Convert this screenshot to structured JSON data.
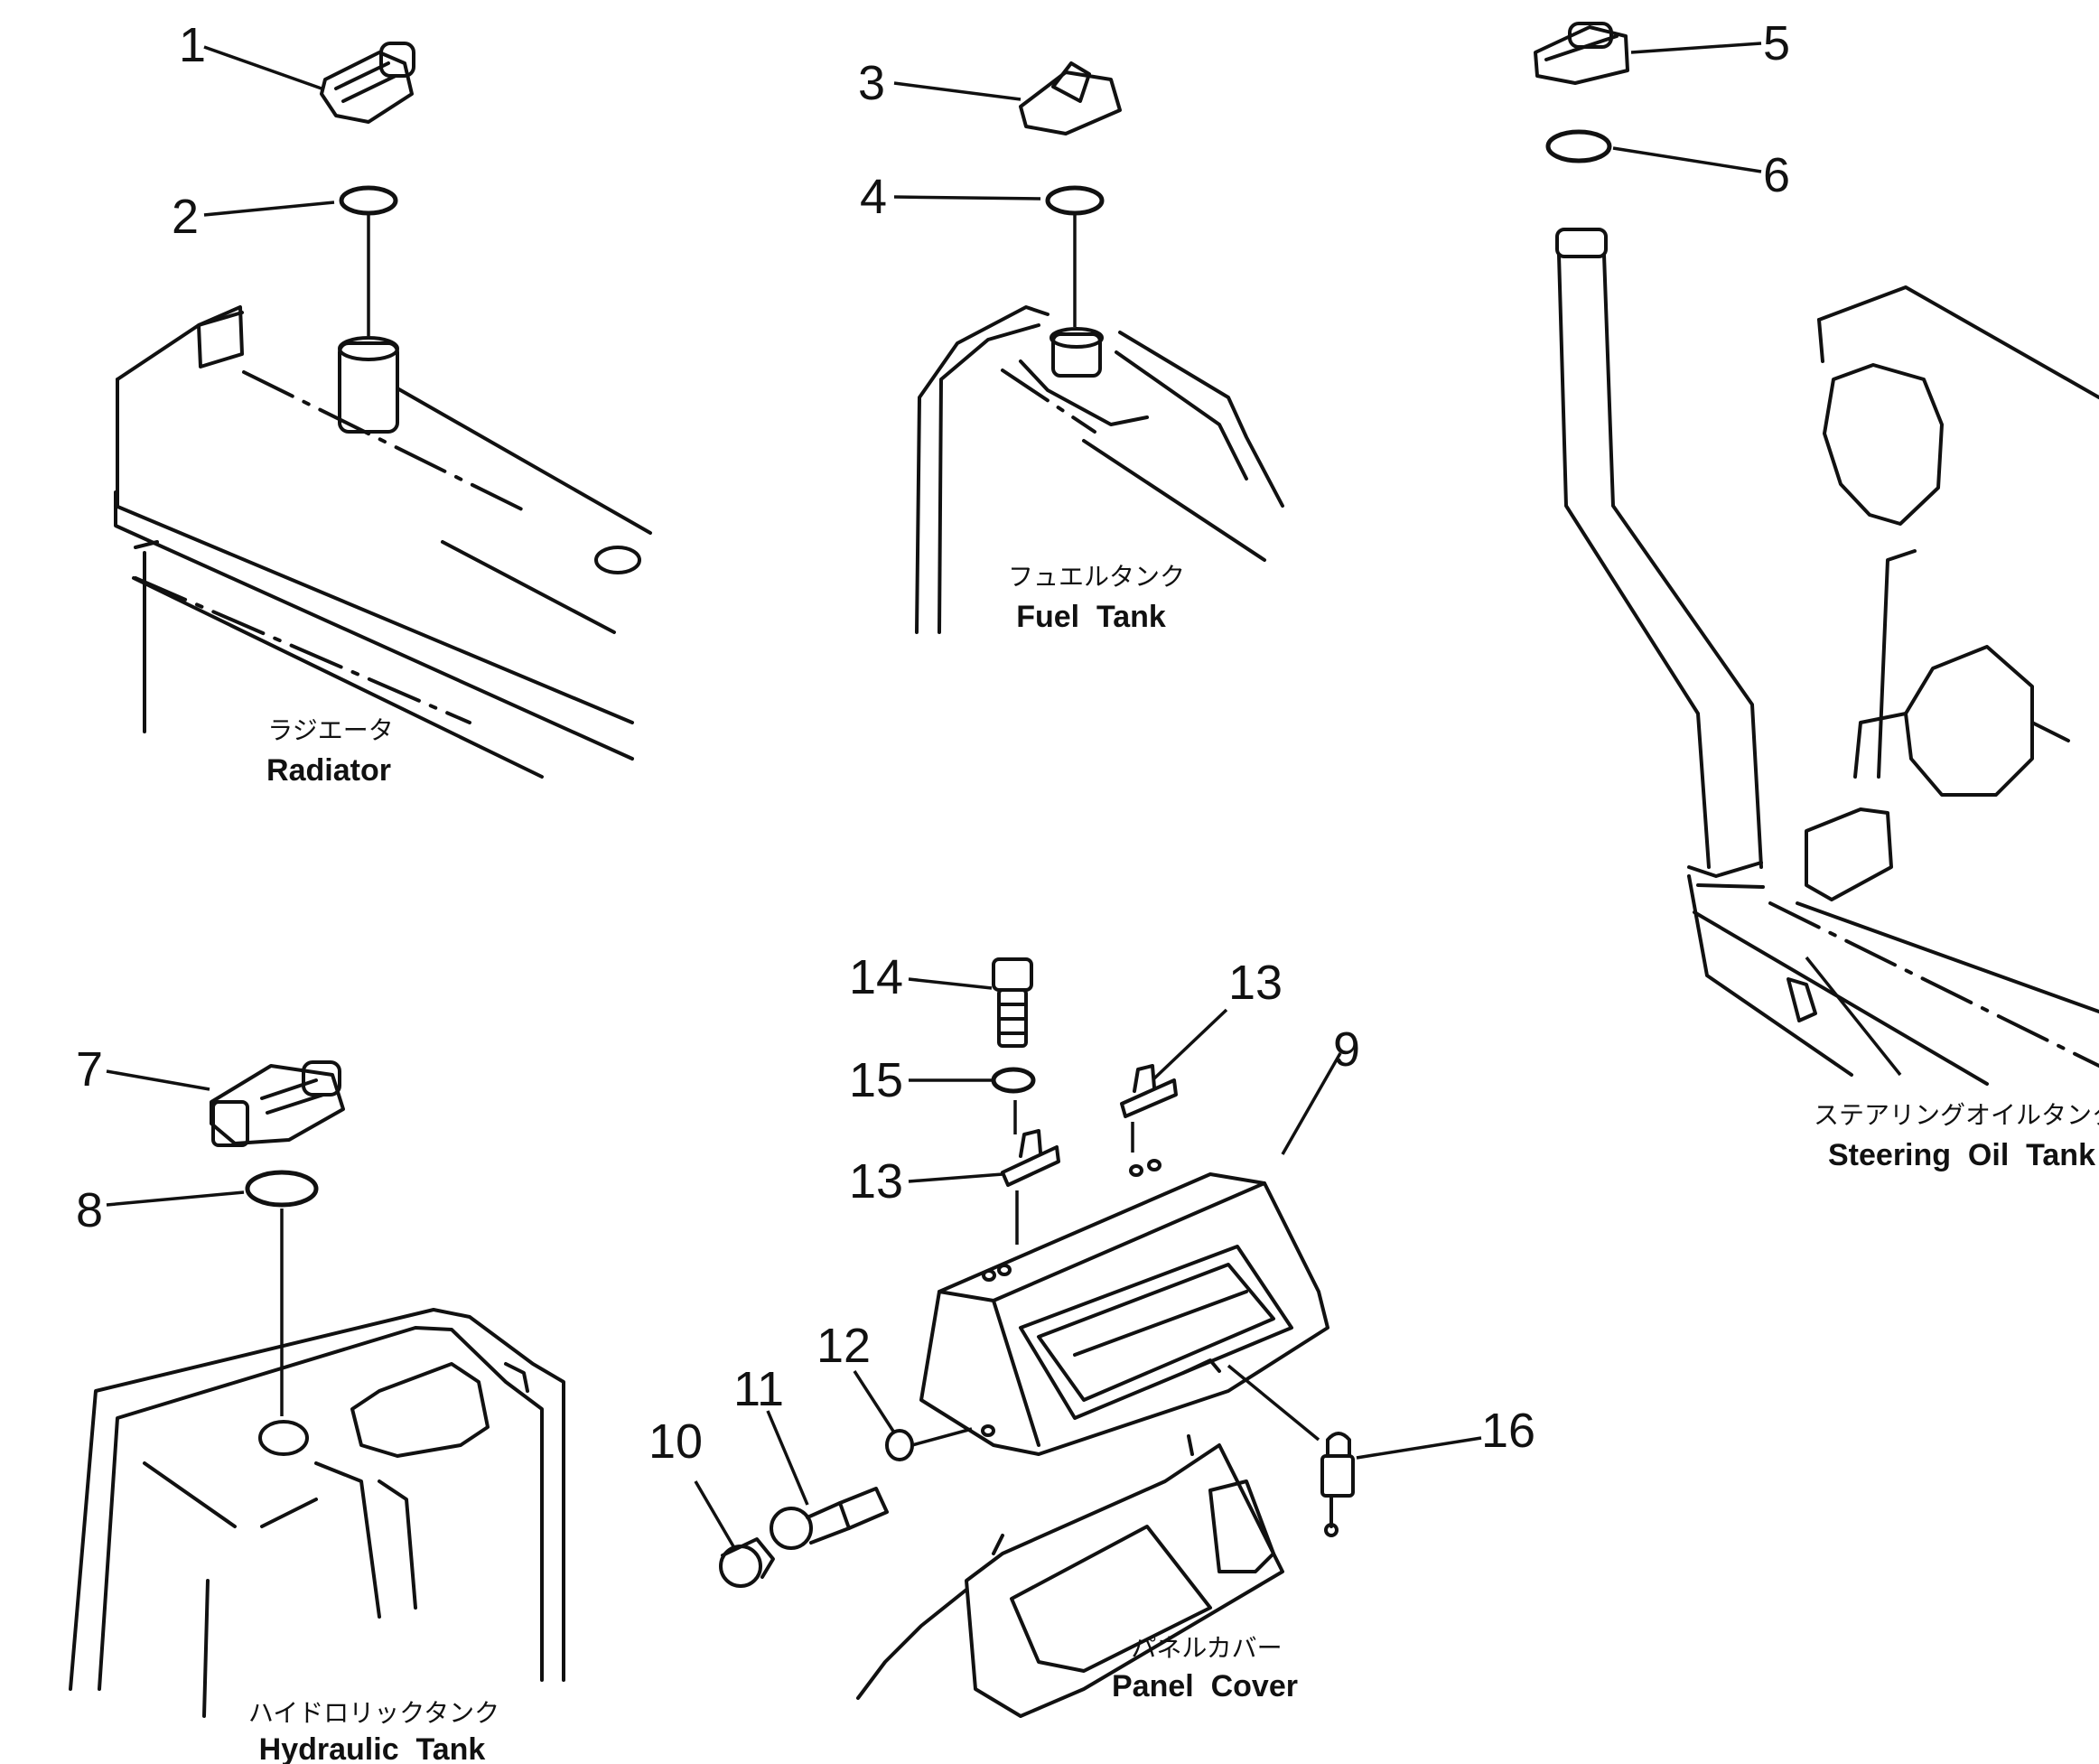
{
  "callouts": [
    "1",
    "2",
    "3",
    "4",
    "5",
    "6",
    "7",
    "8",
    "9",
    "10",
    "11",
    "12",
    "13",
    "13",
    "14",
    "15",
    "16"
  ],
  "labels": {
    "radiator": {
      "jp": "ラジエータ",
      "en": "Radiator"
    },
    "fuel_tank": {
      "jp": "フュエルタンク",
      "en": "Fuel  Tank"
    },
    "steering_oil_tank": {
      "jp": "ステアリングオイルタンク",
      "en": "Steering  Oil  Tank"
    },
    "hydraulic_tank": {
      "jp": "ハイドロリックタンク",
      "en": "Hydraulic  Tank"
    },
    "panel_cover": {
      "jp": "パネルカバー",
      "en": "Panel  Cover"
    }
  }
}
